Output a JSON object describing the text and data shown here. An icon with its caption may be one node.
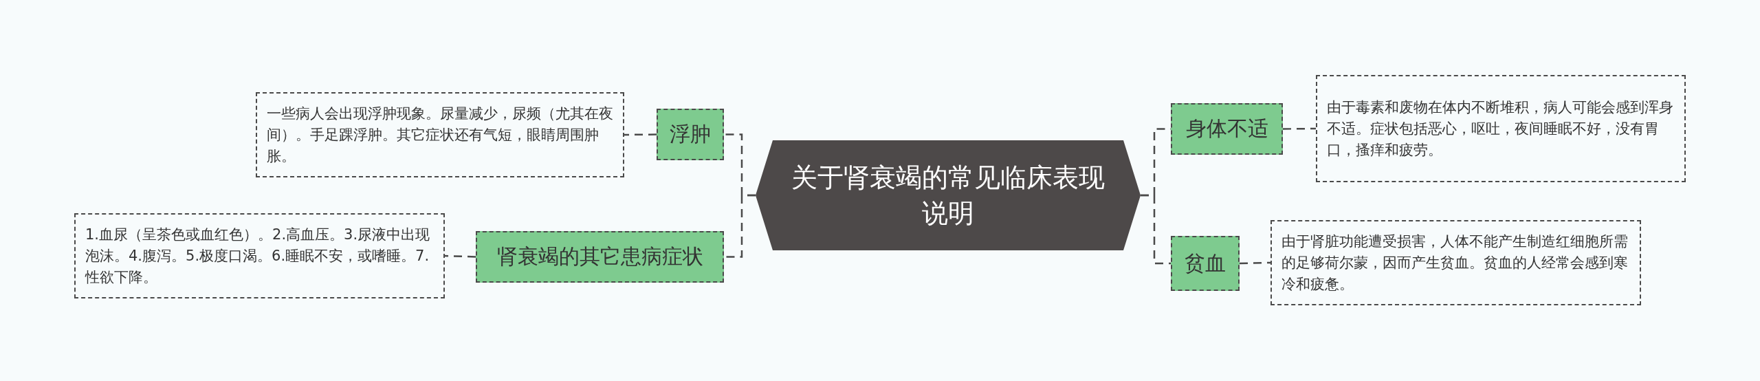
{
  "diagram": {
    "nodes": [
      {
        "text": [
          "关于肾衰竭的常见临床表现说明"
        ]
      },
      {
        "text": [
          "浮肿"
        ]
      },
      {
        "text": [
          "一些病人会出现浮肿现象。尿量减少，尿频（尤其在夜间）。手足踝浮肿。其它症状还有气短，眼睛周围肿胀。"
        ]
      },
      {
        "text": [
          "肾衰竭的其它患病症状"
        ]
      },
      {
        "text": [
          "1.血尿（呈茶色或血红色）。2.高血压。3.尿液中出现泡沫。4.腹泻。5.极度口渴。6.睡眠不安，或嗜睡。7.性欲下降。"
        ]
      },
      {
        "text": [
          "身体不适"
        ]
      },
      {
        "text": [
          "由于毒素和废物在体内不断堆积，病人可能会感到浑身不适。症状包括恶心，呕吐，夜间睡眠不好，没有胃口，搔痒和疲劳。"
        ]
      },
      {
        "text": [
          "贫血"
        ]
      },
      {
        "text": [
          "由于肾脏功能遭受损害，人体不能产生制造红细胞所需的足够荷尔蒙，因而产生贫血。贫血的人经常会感到寒冷和疲惫。"
        ]
      }
    ],
    "edges": [
      {
        "from": 0,
        "to": 1,
        "arrow": "none",
        "style": "dashed"
      },
      {
        "from": 1,
        "to": 2,
        "arrow": "none",
        "style": "dashed"
      },
      {
        "from": 0,
        "to": 3,
        "arrow": "none",
        "style": "dashed"
      },
      {
        "from": 3,
        "to": 4,
        "arrow": "none",
        "style": "dashed"
      },
      {
        "from": 0,
        "to": 5,
        "arrow": "none",
        "style": "dashed"
      },
      {
        "from": 5,
        "to": 6,
        "arrow": "none",
        "style": "dashed"
      },
      {
        "from": 0,
        "to": 7,
        "arrow": "none",
        "style": "dashed"
      },
      {
        "from": 7,
        "to": 8,
        "arrow": "none",
        "style": "dashed"
      }
    ]
  }
}
